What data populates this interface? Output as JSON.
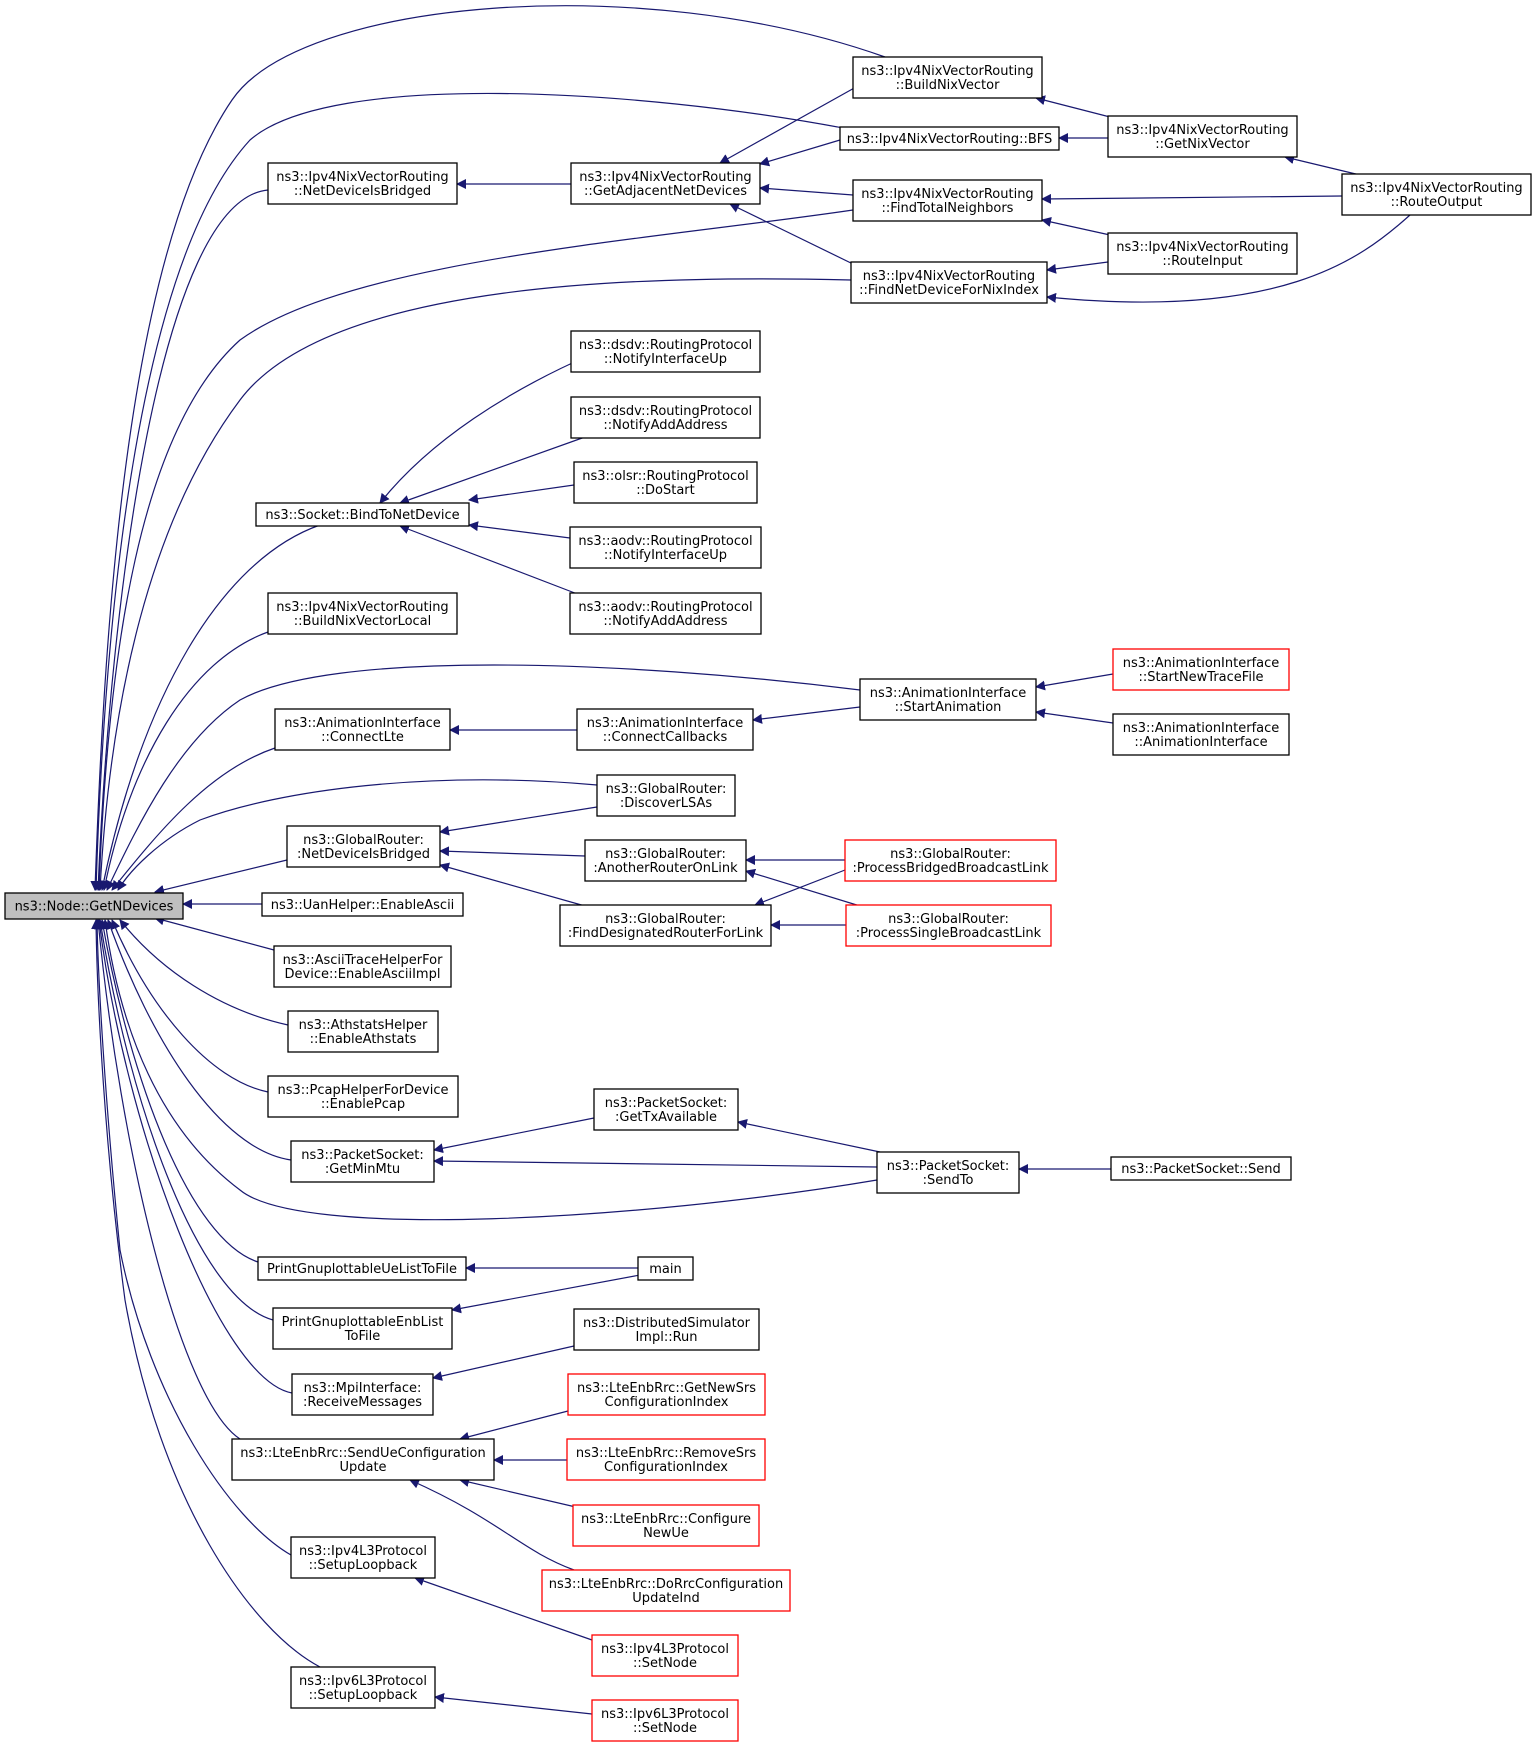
{
  "colors": {
    "edge": "#191970",
    "box_border": "#000000",
    "box_border_truncated": "#ff0000",
    "root_fill": "#bfbfbf",
    "box_fill": "#ffffff",
    "text": "#000000"
  },
  "nodes": {
    "root": {
      "lines": [
        "ns3::Node::GetNDevices"
      ],
      "root": true
    },
    "nvr_netdevbridged": {
      "lines": [
        "ns3::Ipv4NixVectorRouting",
        "::NetDeviceIsBridged"
      ]
    },
    "nvr_getadjacent": {
      "lines": [
        "ns3::Ipv4NixVectorRouting",
        "::GetAdjacentNetDevices"
      ]
    },
    "nvr_buildnixvector": {
      "lines": [
        "ns3::Ipv4NixVectorRouting",
        "::BuildNixVector"
      ]
    },
    "nvr_bfs": {
      "lines": [
        "ns3::Ipv4NixVectorRouting::BFS"
      ]
    },
    "nvr_findtotal": {
      "lines": [
        "ns3::Ipv4NixVectorRouting",
        "::FindTotalNeighbors"
      ]
    },
    "nvr_findnetdev": {
      "lines": [
        "ns3::Ipv4NixVectorRouting",
        "::FindNetDeviceForNixIndex"
      ]
    },
    "nvr_getnixvector": {
      "lines": [
        "ns3::Ipv4NixVectorRouting",
        "::GetNixVector"
      ]
    },
    "nvr_routeinput": {
      "lines": [
        "ns3::Ipv4NixVectorRouting",
        "::RouteInput"
      ]
    },
    "nvr_routeoutput": {
      "lines": [
        "ns3::Ipv4NixVectorRouting",
        "::RouteOutput"
      ]
    },
    "socket_bind": {
      "lines": [
        "ns3::Socket::BindToNetDevice"
      ]
    },
    "dsdv_ifup": {
      "lines": [
        "ns3::dsdv::RoutingProtocol",
        "::NotifyInterfaceUp"
      ]
    },
    "dsdv_addaddr": {
      "lines": [
        "ns3::dsdv::RoutingProtocol",
        "::NotifyAddAddress"
      ]
    },
    "olsr_dostart": {
      "lines": [
        "ns3::olsr::RoutingProtocol",
        "::DoStart"
      ]
    },
    "aodv_ifup": {
      "lines": [
        "ns3::aodv::RoutingProtocol",
        "::NotifyInterfaceUp"
      ]
    },
    "aodv_addaddr": {
      "lines": [
        "ns3::aodv::RoutingProtocol",
        "::NotifyAddAddress"
      ]
    },
    "nvr_buildlocal": {
      "lines": [
        "ns3::Ipv4NixVectorRouting",
        "::BuildNixVectorLocal"
      ]
    },
    "ai_connectlte": {
      "lines": [
        "ns3::AnimationInterface",
        "::ConnectLte"
      ]
    },
    "ai_connectcb": {
      "lines": [
        "ns3::AnimationInterface",
        "::ConnectCallbacks"
      ]
    },
    "ai_startanim": {
      "lines": [
        "ns3::AnimationInterface",
        "::StartAnimation"
      ]
    },
    "ai_startnewtrace": {
      "lines": [
        "ns3::AnimationInterface",
        "::StartNewTraceFile"
      ],
      "truncated": true
    },
    "ai_ctor": {
      "lines": [
        "ns3::AnimationInterface",
        "::AnimationInterface"
      ]
    },
    "gr_discover": {
      "lines": [
        "ns3::GlobalRouter:",
        ":DiscoverLSAs"
      ]
    },
    "gr_netdevbridged": {
      "lines": [
        "ns3::GlobalRouter:",
        ":NetDeviceIsBridged"
      ]
    },
    "gr_another": {
      "lines": [
        "ns3::GlobalRouter:",
        ":AnotherRouterOnLink"
      ]
    },
    "gr_finddesignated": {
      "lines": [
        "ns3::GlobalRouter:",
        ":FindDesignatedRouterForLink"
      ]
    },
    "gr_bridgedbcast": {
      "lines": [
        "ns3::GlobalRouter:",
        ":ProcessBridgedBroadcastLink"
      ],
      "truncated": true
    },
    "gr_singlebcast": {
      "lines": [
        "ns3::GlobalRouter:",
        ":ProcessSingleBroadcastLink"
      ],
      "truncated": true
    },
    "uan_ascii": {
      "lines": [
        "ns3::UanHelper::EnableAscii"
      ]
    },
    "ascii_impl": {
      "lines": [
        "ns3::AsciiTraceHelperFor",
        "Device::EnableAsciiImpl"
      ]
    },
    "athstats": {
      "lines": [
        "ns3::AthstatsHelper",
        "::EnableAthstats"
      ]
    },
    "pcap": {
      "lines": [
        "ns3::PcapHelperForDevice",
        "::EnablePcap"
      ]
    },
    "ps_getminmtu": {
      "lines": [
        "ns3::PacketSocket:",
        ":GetMinMtu"
      ]
    },
    "ps_gettxavail": {
      "lines": [
        "ns3::PacketSocket:",
        ":GetTxAvailable"
      ]
    },
    "ps_sendto": {
      "lines": [
        "ns3::PacketSocket:",
        ":SendTo"
      ]
    },
    "ps_send": {
      "lines": [
        "ns3::PacketSocket::Send"
      ]
    },
    "print_ue": {
      "lines": [
        "PrintGnuplottableUeListToFile"
      ]
    },
    "main": {
      "lines": [
        "main"
      ]
    },
    "print_enb": {
      "lines": [
        "PrintGnuplottableEnbList",
        "ToFile"
      ]
    },
    "mpi_recv": {
      "lines": [
        "ns3::MpiInterface:",
        ":ReceiveMessages"
      ]
    },
    "dist_run": {
      "lines": [
        "ns3::DistributedSimulator",
        "Impl::Run"
      ]
    },
    "lte_senduecfg": {
      "lines": [
        "ns3::LteEnbRrc::SendUeConfiguration",
        "Update"
      ]
    },
    "lte_getnewsrs": {
      "lines": [
        "ns3::LteEnbRrc::GetNewSrs",
        "ConfigurationIndex"
      ],
      "truncated": true
    },
    "lte_removesrs": {
      "lines": [
        "ns3::LteEnbRrc::RemoveSrs",
        "ConfigurationIndex"
      ],
      "truncated": true
    },
    "lte_configure": {
      "lines": [
        "ns3::LteEnbRrc::Configure",
        "NewUe"
      ],
      "truncated": true
    },
    "lte_dorrc": {
      "lines": [
        "ns3::LteEnbRrc::DoRrcConfiguration",
        "UpdateInd"
      ],
      "truncated": true
    },
    "ipv4l3_setup": {
      "lines": [
        "ns3::Ipv4L3Protocol",
        "::SetupLoopback"
      ]
    },
    "ipv4l3_setnode": {
      "lines": [
        "ns3::Ipv4L3Protocol",
        "::SetNode"
      ],
      "truncated": true
    },
    "ipv6l3_setup": {
      "lines": [
        "ns3::Ipv6L3Protocol",
        "::SetupLoopback"
      ]
    },
    "ipv6l3_setnode": {
      "lines": [
        "ns3::Ipv6L3Protocol",
        "::SetNode"
      ],
      "truncated": true
    }
  },
  "edges": [
    {
      "caller": "nvr_buildnixvector",
      "callee": "root"
    },
    {
      "caller": "nvr_bfs",
      "callee": "root"
    },
    {
      "caller": "nvr_netdevbridged",
      "callee": "root"
    },
    {
      "caller": "nvr_findtotal",
      "callee": "root"
    },
    {
      "caller": "nvr_findnetdev",
      "callee": "root"
    },
    {
      "caller": "socket_bind",
      "callee": "root"
    },
    {
      "caller": "nvr_buildlocal",
      "callee": "root"
    },
    {
      "caller": "ai_startanim",
      "callee": "root"
    },
    {
      "caller": "ai_connectlte",
      "callee": "root"
    },
    {
      "caller": "gr_discover",
      "callee": "root"
    },
    {
      "caller": "gr_netdevbridged",
      "callee": "root"
    },
    {
      "caller": "uan_ascii",
      "callee": "root"
    },
    {
      "caller": "ascii_impl",
      "callee": "root"
    },
    {
      "caller": "athstats",
      "callee": "root"
    },
    {
      "caller": "pcap",
      "callee": "root"
    },
    {
      "caller": "ps_getminmtu",
      "callee": "root"
    },
    {
      "caller": "ps_sendto",
      "callee": "root"
    },
    {
      "caller": "print_ue",
      "callee": "root"
    },
    {
      "caller": "print_enb",
      "callee": "root"
    },
    {
      "caller": "mpi_recv",
      "callee": "root"
    },
    {
      "caller": "lte_senduecfg",
      "callee": "root"
    },
    {
      "caller": "ipv4l3_setup",
      "callee": "root"
    },
    {
      "caller": "ipv6l3_setup",
      "callee": "root"
    },
    {
      "caller": "nvr_getadjacent",
      "callee": "nvr_netdevbridged"
    },
    {
      "caller": "nvr_buildnixvector",
      "callee": "nvr_getadjacent"
    },
    {
      "caller": "nvr_bfs",
      "callee": "nvr_getadjacent"
    },
    {
      "caller": "nvr_findtotal",
      "callee": "nvr_getadjacent"
    },
    {
      "caller": "nvr_findnetdev",
      "callee": "nvr_getadjacent"
    },
    {
      "caller": "nvr_getnixvector",
      "callee": "nvr_buildnixvector"
    },
    {
      "caller": "nvr_getnixvector",
      "callee": "nvr_bfs"
    },
    {
      "caller": "nvr_routeoutput",
      "callee": "nvr_getnixvector"
    },
    {
      "caller": "nvr_routeoutput",
      "callee": "nvr_findtotal"
    },
    {
      "caller": "nvr_routeoutput",
      "callee": "nvr_findnetdev"
    },
    {
      "caller": "nvr_routeinput",
      "callee": "nvr_findtotal"
    },
    {
      "caller": "nvr_routeinput",
      "callee": "nvr_findnetdev"
    },
    {
      "caller": "dsdv_ifup",
      "callee": "socket_bind"
    },
    {
      "caller": "dsdv_addaddr",
      "callee": "socket_bind"
    },
    {
      "caller": "olsr_dostart",
      "callee": "socket_bind"
    },
    {
      "caller": "aodv_ifup",
      "callee": "socket_bind"
    },
    {
      "caller": "aodv_addaddr",
      "callee": "socket_bind"
    },
    {
      "caller": "ai_connectcb",
      "callee": "ai_connectlte"
    },
    {
      "caller": "ai_startanim",
      "callee": "ai_connectcb"
    },
    {
      "caller": "ai_startnewtrace",
      "callee": "ai_startanim"
    },
    {
      "caller": "ai_ctor",
      "callee": "ai_startanim"
    },
    {
      "caller": "gr_discover",
      "callee": "gr_netdevbridged"
    },
    {
      "caller": "gr_another",
      "callee": "gr_netdevbridged"
    },
    {
      "caller": "gr_finddesignated",
      "callee": "gr_netdevbridged"
    },
    {
      "caller": "gr_bridgedbcast",
      "callee": "gr_another"
    },
    {
      "caller": "gr_singlebcast",
      "callee": "gr_another"
    },
    {
      "caller": "gr_bridgedbcast",
      "callee": "gr_finddesignated"
    },
    {
      "caller": "gr_singlebcast",
      "callee": "gr_finddesignated"
    },
    {
      "caller": "ps_gettxavail",
      "callee": "ps_getminmtu"
    },
    {
      "caller": "ps_sendto",
      "callee": "ps_getminmtu"
    },
    {
      "caller": "ps_sendto",
      "callee": "ps_gettxavail"
    },
    {
      "caller": "ps_send",
      "callee": "ps_sendto"
    },
    {
      "caller": "main",
      "callee": "print_ue"
    },
    {
      "caller": "main",
      "callee": "print_enb"
    },
    {
      "caller": "dist_run",
      "callee": "mpi_recv"
    },
    {
      "caller": "lte_getnewsrs",
      "callee": "lte_senduecfg"
    },
    {
      "caller": "lte_removesrs",
      "callee": "lte_senduecfg"
    },
    {
      "caller": "lte_configure",
      "callee": "lte_senduecfg"
    },
    {
      "caller": "lte_dorrc",
      "callee": "lte_senduecfg"
    },
    {
      "caller": "ipv4l3_setnode",
      "callee": "ipv4l3_setup"
    },
    {
      "caller": "ipv6l3_setnode",
      "callee": "ipv6l3_setup"
    }
  ]
}
